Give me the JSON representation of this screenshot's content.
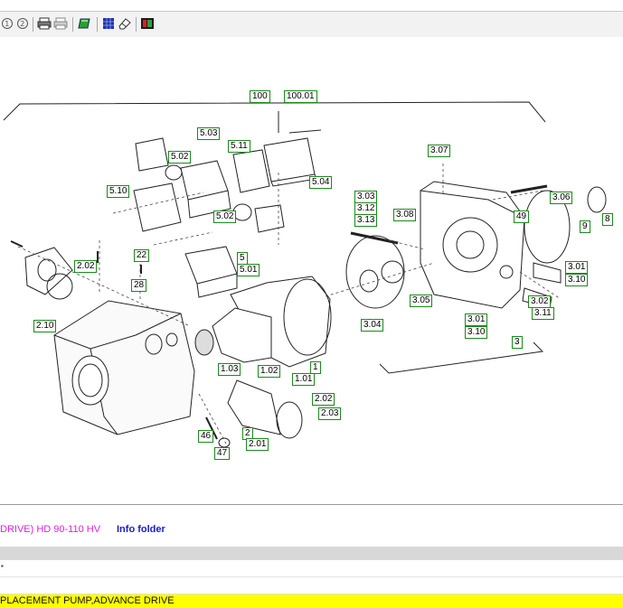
{
  "toolbar": {
    "icons": [
      "zoom-in-icon",
      "zoom-out-icon",
      "print-icon",
      "print-preview-icon",
      "green-book-icon",
      "blue-grid-icon",
      "eraser-icon",
      "red-flag-icon"
    ]
  },
  "diagram": {
    "labels": [
      "100",
      "100.01",
      "5.03",
      "5.02",
      "5.11",
      "5.04",
      "5.10",
      "5.02",
      "22",
      "28",
      "5",
      "5.01",
      "2.02",
      "2.10",
      "1.03",
      "1.02",
      "1",
      "1.01",
      "2.02",
      "2.03",
      "46",
      "47",
      "2",
      "2.01",
      "3.07",
      "3.03",
      "3.12",
      "3.13",
      "3.08",
      "49",
      "3.06",
      "9",
      "8",
      "3.01",
      "3.10",
      "3.02",
      "3.11",
      "3.05",
      "3.04",
      "3.01",
      "3.10",
      "3"
    ]
  },
  "info": {
    "model_text": "DRIVE)  HD 90-110 HV",
    "info_folder": "Info folder",
    "row1_mark": "▪",
    "part_title": "PLACEMENT PUMP,ADVANCE DRIVE"
  },
  "colors": {
    "label_border": "#1a8a1a",
    "highlight": "#ffff00",
    "model": "#e020e0",
    "link": "#1a1ad0"
  }
}
